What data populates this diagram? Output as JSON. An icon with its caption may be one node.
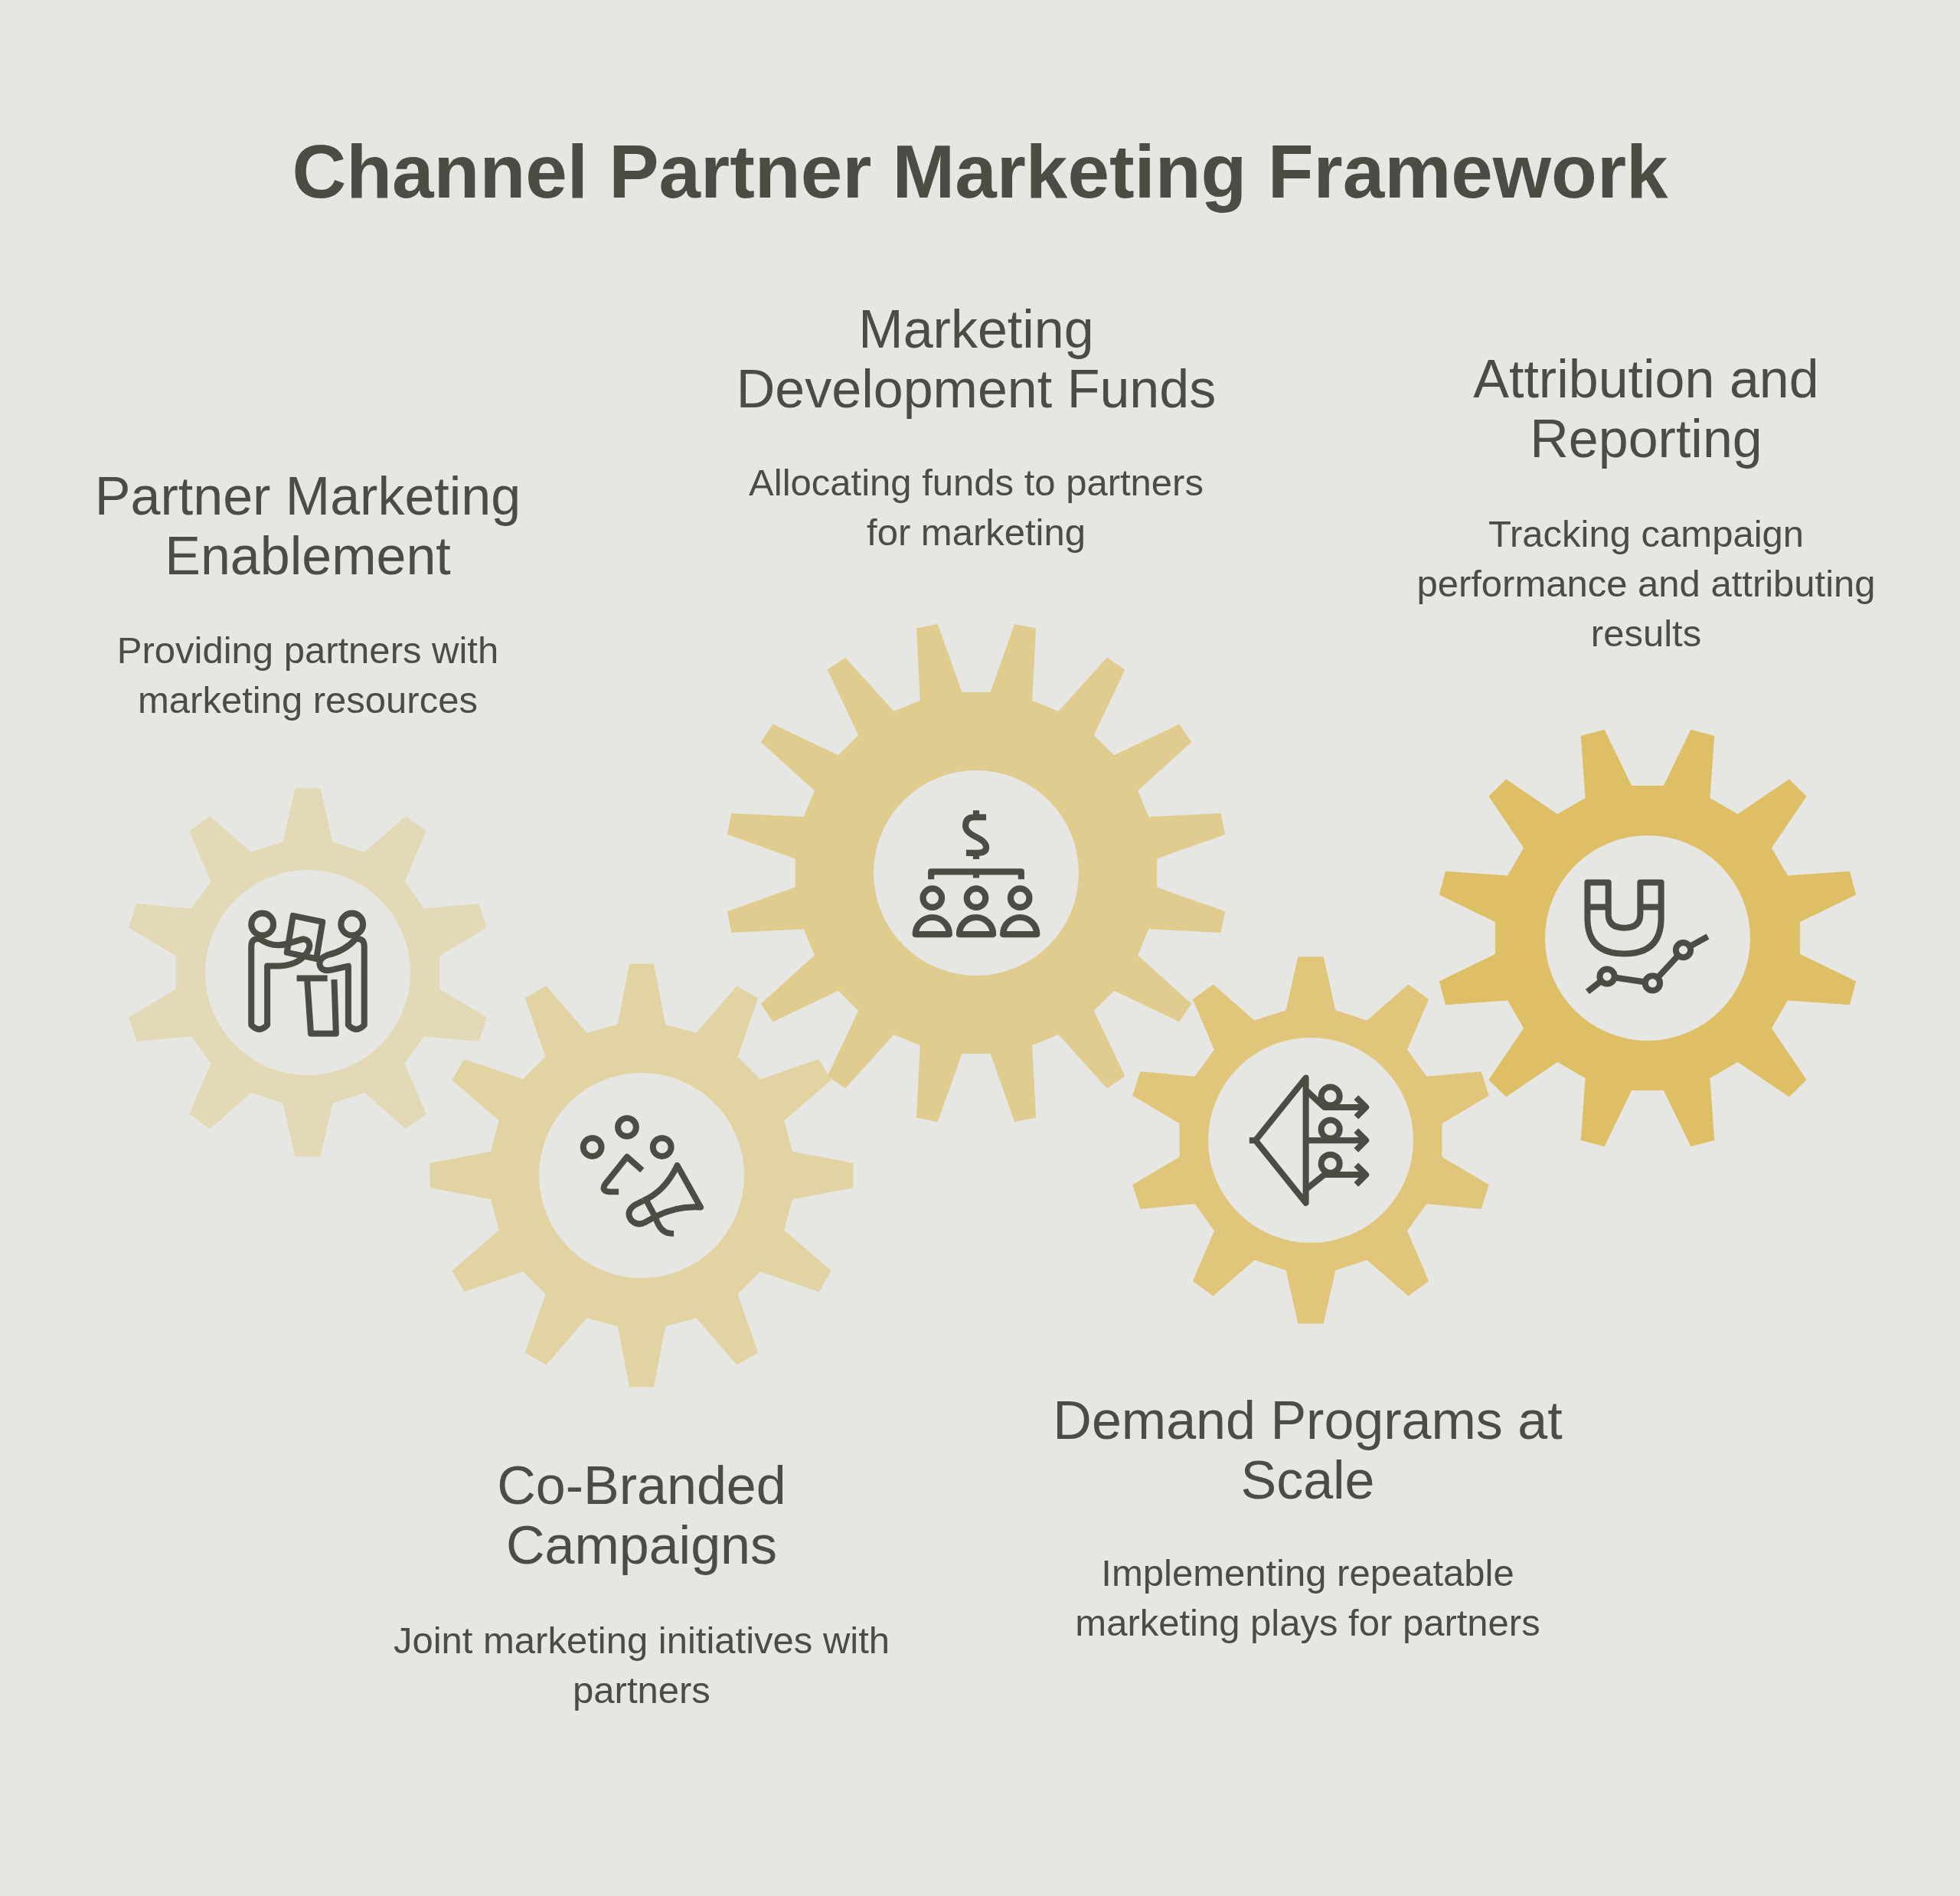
{
  "diagram": {
    "title": "Channel Partner Marketing Framework",
    "nodes": [
      {
        "text": [
          "Partner Marketing Enablement",
          "Providing partners with marketing resources"
        ]
      },
      {
        "text": [
          "Co-Branded Campaigns",
          "Joint marketing initiatives with partners"
        ]
      },
      {
        "text": [
          "Marketing Development Funds",
          "Allocating funds to partners for marketing"
        ]
      },
      {
        "text": [
          "Demand Programs at Scale",
          "Implementing repeatable marketing plays for partners"
        ]
      },
      {
        "text": [
          "Attribution and Reporting",
          "Tracking campaign performance and attributing results"
        ]
      }
    ]
  }
}
